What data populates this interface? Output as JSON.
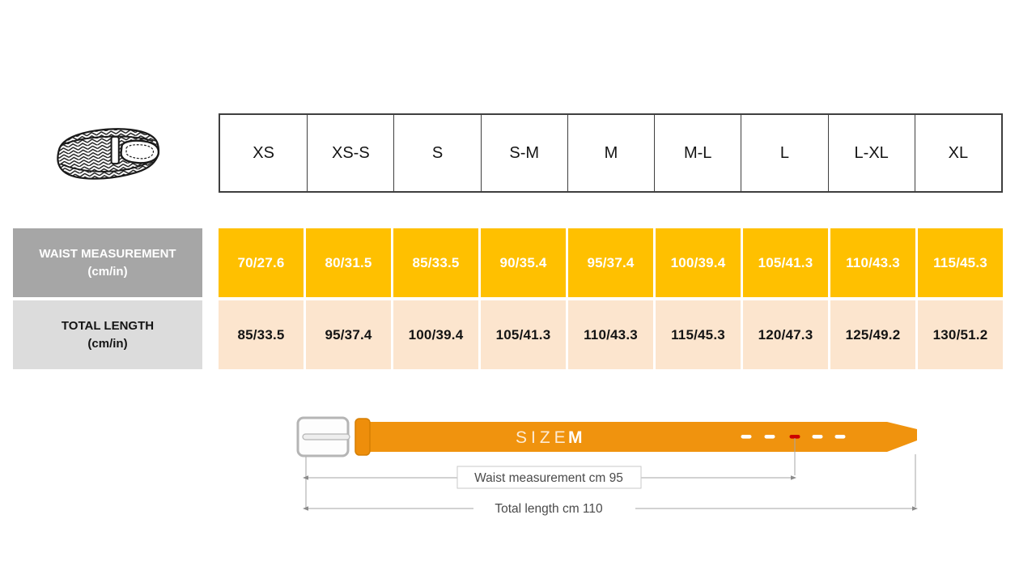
{
  "header": {
    "sizes": [
      "XS",
      "XS-S",
      "S",
      "S-M",
      "M",
      "M-L",
      "L",
      "L-XL",
      "XL"
    ]
  },
  "rows": {
    "waist": {
      "label": "WAIST MEASUREMENT",
      "unit": "(cm/in)",
      "values": [
        "70/27.6",
        "80/31.5",
        "85/33.5",
        "90/35.4",
        "95/37.4",
        "100/39.4",
        "105/41.3",
        "110/43.3",
        "115/45.3"
      ]
    },
    "length": {
      "label": "TOTAL LENGTH",
      "unit": "(cm/in)",
      "values": [
        "85/33.5",
        "95/37.4",
        "100/39.4",
        "105/41.3",
        "110/43.3",
        "115/45.3",
        "120/47.3",
        "125/49.2",
        "130/51.2"
      ]
    }
  },
  "diagram": {
    "size_prefix": "SIZE",
    "size_value": "M",
    "waist_annotation": "Waist measurement cm 95",
    "length_annotation": "Total length cm 110"
  },
  "colors": {
    "waist_cell_bg": "#FFC000",
    "length_cell_bg": "#FCE5CE",
    "waist_label_bg": "#A6A6A6",
    "length_label_bg": "#DCDCDC",
    "header_border": "#3F3F3F",
    "belt_strap": "#F0930E",
    "belt_keeper": "#EE8E0B",
    "selected_hole": "#CC0000"
  },
  "icons": {
    "belt_illustration": "braided-belt-icon",
    "buckle": "belt-buckle-icon"
  }
}
